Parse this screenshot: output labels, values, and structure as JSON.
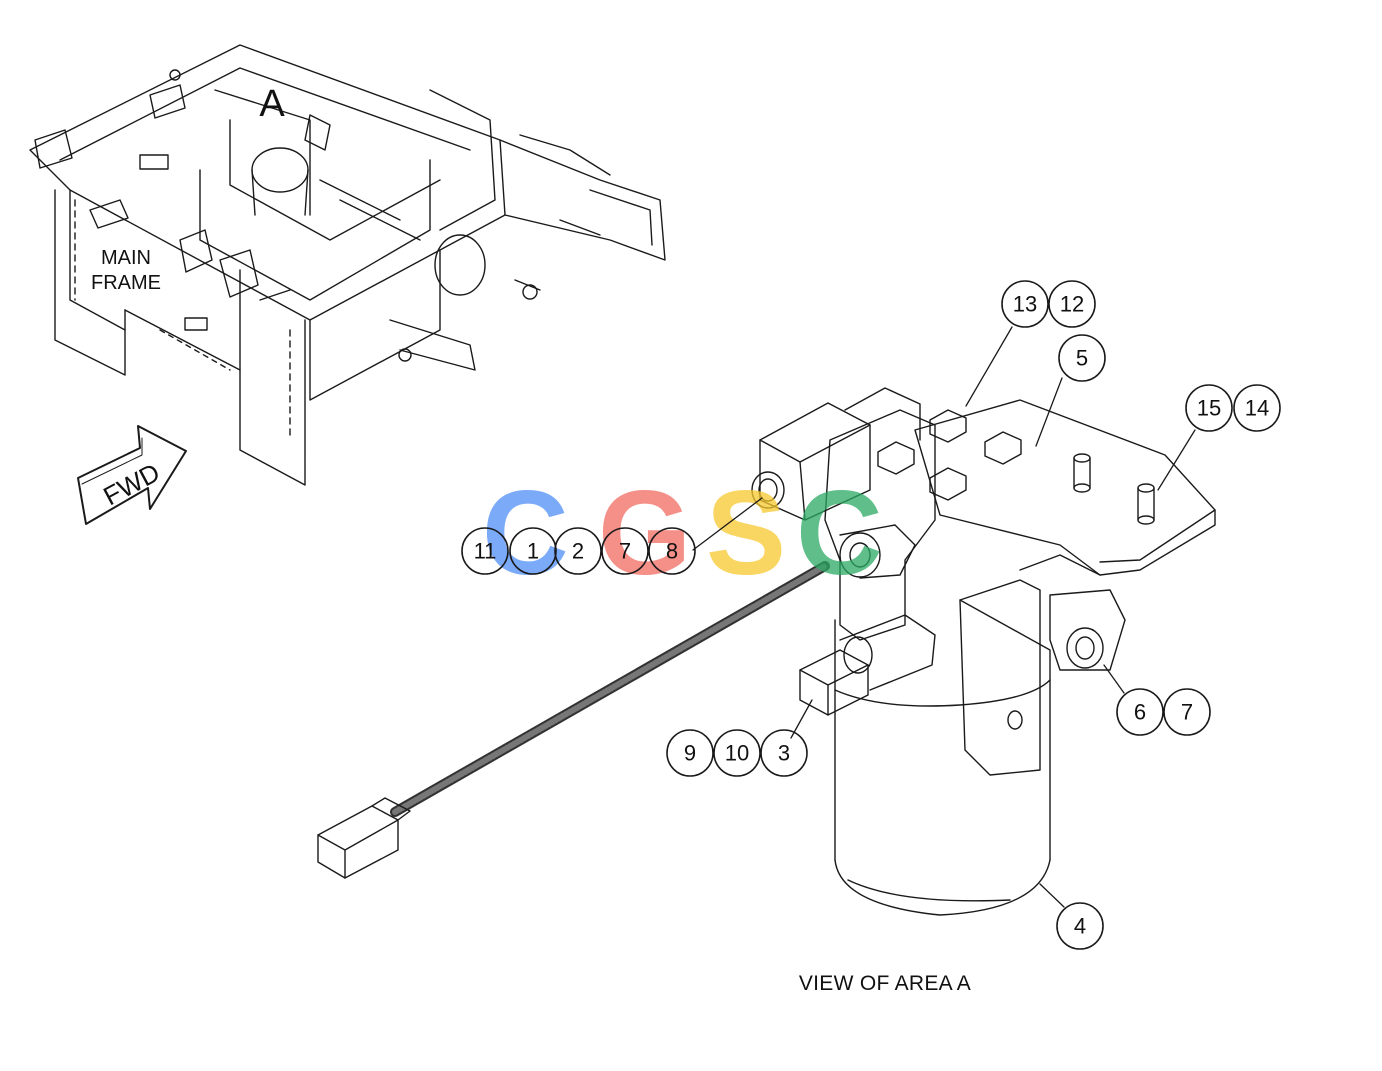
{
  "labels": {
    "area_letter": "A",
    "main_frame_line1": "MAIN",
    "main_frame_line2": "FRAME",
    "fwd": "FWD",
    "caption": "VIEW OF AREA A"
  },
  "watermark": {
    "letters": [
      "C",
      "G",
      "S",
      "C"
    ],
    "colors": [
      "#4f8df5",
      "#f06b60",
      "#f7c72c",
      "#2aa862"
    ]
  },
  "callouts": {
    "c11": "11",
    "c1": "1",
    "c2": "2",
    "c7a": "7",
    "c8": "8",
    "c13": "13",
    "c12": "12",
    "c5": "5",
    "c15": "15",
    "c14": "14",
    "c6": "6",
    "c7b": "7",
    "c9": "9",
    "c10": "10",
    "c3": "3",
    "c4": "4"
  },
  "colors": {
    "line": "#1a1a1a",
    "background": "#ffffff"
  }
}
